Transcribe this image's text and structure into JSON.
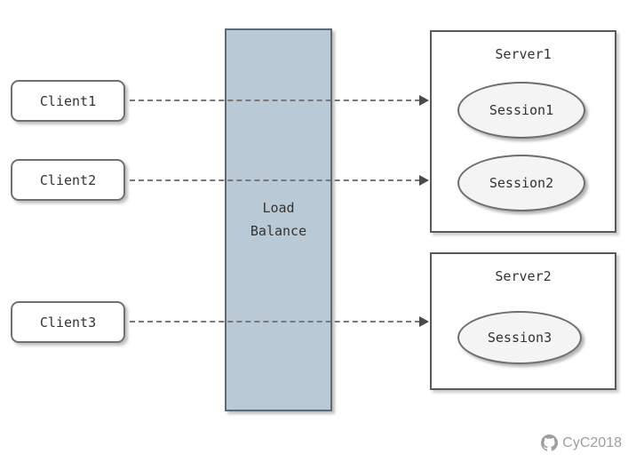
{
  "diagram": {
    "clients": [
      {
        "label": "Client1"
      },
      {
        "label": "Client2"
      },
      {
        "label": "Client3"
      }
    ],
    "load_balancer": {
      "label": "Load Balance"
    },
    "servers": [
      {
        "title": "Server1",
        "sessions": [
          {
            "label": "Session1"
          },
          {
            "label": "Session2"
          }
        ]
      },
      {
        "title": "Server2",
        "sessions": [
          {
            "label": "Session3"
          }
        ]
      }
    ],
    "arrows": [
      {
        "from": "Client1",
        "to": "Session1"
      },
      {
        "from": "Client2",
        "to": "Session2"
      },
      {
        "from": "Client3",
        "to": "Session3"
      }
    ],
    "watermark": {
      "text": "CyC2018",
      "icon": "github-icon"
    },
    "colors": {
      "load_balancer_fill": "#b9c9d6",
      "load_balancer_border": "#5d6b78",
      "box_border": "#707070",
      "session_fill": "#f4f4f4",
      "arrow": "#787878",
      "watermark": "#9e9e9e"
    }
  }
}
